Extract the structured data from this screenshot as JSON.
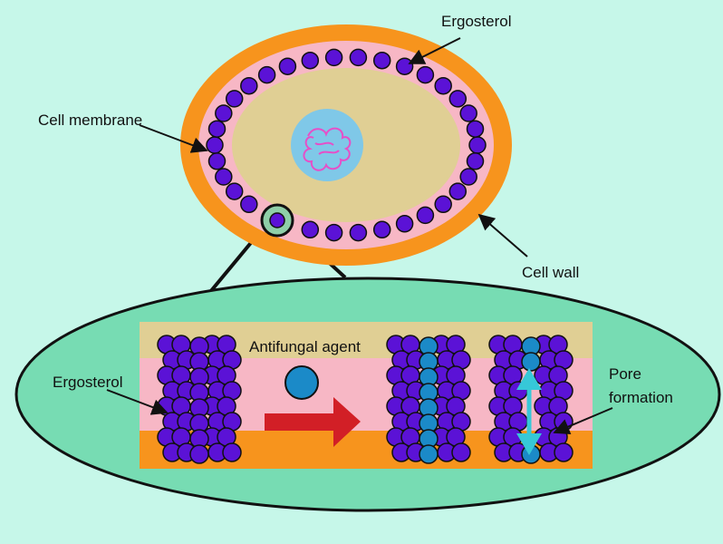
{
  "labels": {
    "ergosterol_top": "Ergosterol",
    "cell_membrane": "Cell membrane",
    "cell_wall": "Cell wall",
    "ergosterol_zoom": "Ergosterol",
    "antifungal_agent": "Antifungal agent",
    "pore_line1": "Pore",
    "pore_line2": "formation"
  },
  "colors": {
    "background": "#c6f7e9",
    "cell_wall": "#f7941d",
    "cell_membrane": "#f7b7c5",
    "cytoplasm": "#e0cf94",
    "nucleus": "#7fc8e8",
    "dna": "#e64fc8",
    "ergosterol": "#5b12d6",
    "antifungal": "#1b8ac8",
    "zoom_panel": "#77dcb3",
    "arrow_red": "#d21f26",
    "pore_arrow": "#36c8d8"
  }
}
